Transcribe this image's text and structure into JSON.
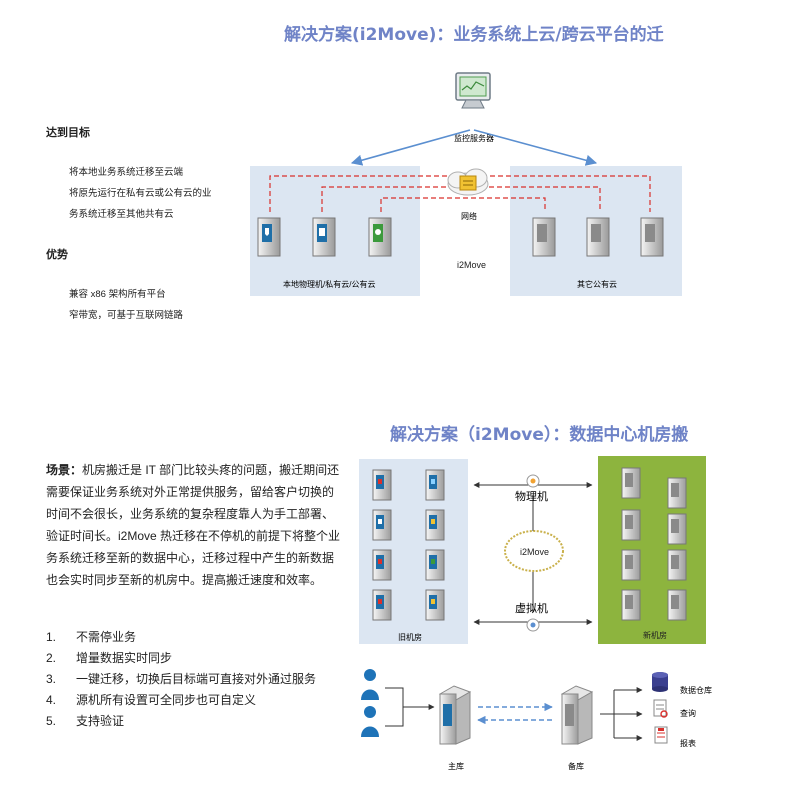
{
  "section1": {
    "title": "解决方案(i2Move)：业务系统上云/跨云平台的迁",
    "goal_heading": "达到目标",
    "goal_items": [
      "将本地业务系统迁移至云端",
      "将原先运行在私有云或公有云的业",
      "务系统迁移至其他共有云"
    ],
    "advantage_heading": "优势",
    "advantage_items": [
      "兼容 x86 架构所有平台",
      "窄带宽，可基于互联网链路"
    ],
    "diagram": {
      "monitor_label": "监控服务器",
      "network_label": "网络",
      "product_label": "i2Move",
      "left_panel_label": "本地物理机/私有云/公有云",
      "right_panel_label": "其它公有云"
    }
  },
  "section2": {
    "title": "解决方案（i2Move）：数据中心机房搬",
    "scenario_label": "场景：",
    "scenario_text": "机房搬迁是 IT 部门比较头疼的问题，搬迁期间还需要保证业务系统对外正常提供服务，留给客户切换的时间不会很长，业务系统的复杂程度靠人为手工部署、验证时间长。i2Move 热迁移在不停机的前提下将整个业务系统迁移至新的数据中心，迁移过程中产生的新数据也会实时同步至新的机房中。提高搬迁速度和效率。",
    "list": [
      {
        "num": "1.",
        "text": "不需停业务"
      },
      {
        "num": "2.",
        "text": "增量数据实时同步"
      },
      {
        "num": "3.",
        "text": "一键迁移，切换后目标端可直接对外通过服务"
      },
      {
        "num": "4.",
        "text": "源机所有设置可全同步也可自定义"
      },
      {
        "num": "5.",
        "text": "支持验证"
      }
    ],
    "diagram": {
      "physical_label": "物理机",
      "virtual_label": "虚拟机",
      "product_label": "i2Move",
      "old_room_label": "旧机房",
      "new_room_label": "新机房",
      "primary_label": "主库",
      "backup_label": "备库",
      "outputs": [
        "数据仓库",
        "查询",
        "报表"
      ]
    }
  },
  "colors": {
    "title": "#6f83c7",
    "panel_blue": "#dce6f2",
    "panel_green": "#8db43e",
    "dash_red": "#d9302c",
    "arrow_blue": "#5b8fd0",
    "person_blue": "#1e73b8"
  }
}
